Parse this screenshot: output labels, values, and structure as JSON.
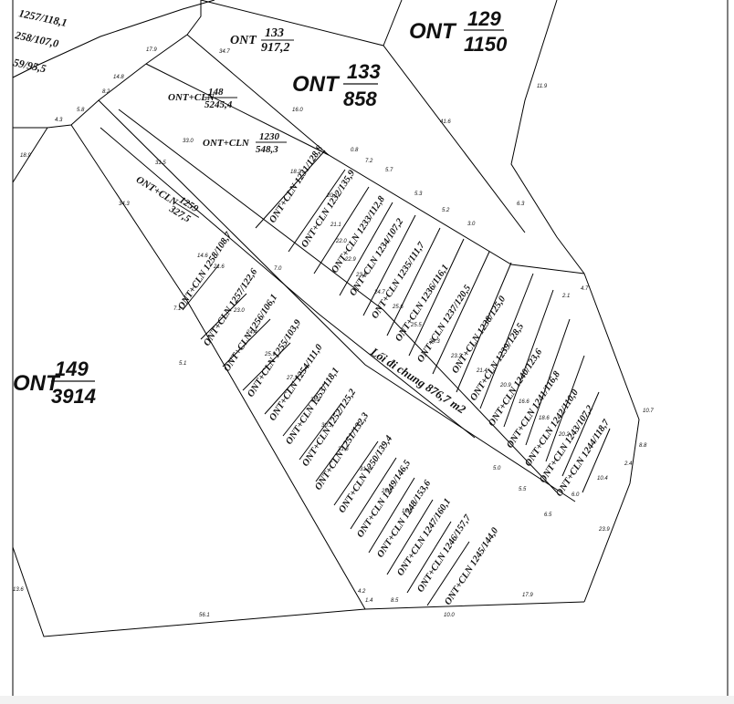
{
  "map": {
    "big_labels": [
      {
        "code": "ONT",
        "num": "129",
        "den": "1150"
      },
      {
        "code": "ONT",
        "num": "133",
        "den": "858"
      },
      {
        "code": "ONT",
        "num": "149",
        "den": "3914"
      }
    ],
    "small_fractions": [
      {
        "code": "ONT",
        "num": "133",
        "den": "917,2"
      },
      {
        "code": "ONT+CLN",
        "num": "148",
        "den": "5245,4"
      },
      {
        "code": "ONT+CLN",
        "num": "1230",
        "den": "548,3"
      },
      {
        "code": "ONT+CLN",
        "num": "1259",
        "den": "327,5"
      }
    ],
    "road_label": "Lối đi chung 876,7 m2",
    "parcels": [
      "ONT+CLN 1231/128,8",
      "ONT+CLN 1232/135,9",
      "ONT+CLN 1233/112,8",
      "ONT+CLN 1234/107,2",
      "ONT+CLN 1235/111,7",
      "ONT+CLN 1236/116,1",
      "ONT+CLN 1237/120,5",
      "ONT+CLN 1238/125,0",
      "ONT+CLN 1239/128,5",
      "ONT+CLN 1240/123,6",
      "ONT+CLN 1241/116,8",
      "ONT+CLN 1242/110,0",
      "ONT+CLN 1243/107,2",
      "ONT+CLN 1244/118,7",
      "ONT+CLN 1258/108,7",
      "ONT+CLN 1257/122,6",
      "ONT+CLN 1256/106,1",
      "ONT+CLN 1255/103,9",
      "ONT+CLN 1254/111,0",
      "ONT+CLN 1253/118,1",
      "ONT+CLN 1252/125,2",
      "ONT+CLN 1251/132,3",
      "ONT+CLN 1250/139,4",
      "ONT+CLN 1249/146,5",
      "ONT+CLN 1248/153,6",
      "ONT+CLN 1247/160,1",
      "ONT+CLN 1246/157,7",
      "ONT+CLN 1245/144,0"
    ],
    "corner_labels": [
      "1257/118,1",
      "258/107,0",
      "59/95,5"
    ],
    "dimensions": [
      "56.1",
      "10.0",
      "17.9",
      "8.5",
      "1.4",
      "4.2",
      "23.9",
      "8.8",
      "2.4",
      "10.4",
      "6.0",
      "6.5",
      "5.5",
      "5.0",
      "7.0",
      "7.1",
      "5.1",
      "18.2",
      "16.0",
      "33.0",
      "31.5",
      "34.3",
      "14.6",
      "4.3",
      "5.8",
      "8.2",
      "14.8",
      "17.9",
      "34.7",
      "41.6",
      "11.9",
      "6.3",
      "0.8",
      "7.2",
      "5.7",
      "5.3",
      "5.2",
      "3.0",
      "2.1",
      "4.7",
      "10.7",
      "13.6",
      "18.9",
      "20.1",
      "21.1",
      "22.0",
      "22.9",
      "23.8",
      "24.7",
      "25.6",
      "25.5",
      "24.3",
      "23.3",
      "21.4",
      "20.9",
      "16.6",
      "18.6",
      "20.2",
      "21.6",
      "23.0",
      "24.4",
      "25.9",
      "27.3",
      "28.7",
      "30.1",
      "31.6",
      "31.8",
      "25.8",
      "18.8"
    ]
  }
}
